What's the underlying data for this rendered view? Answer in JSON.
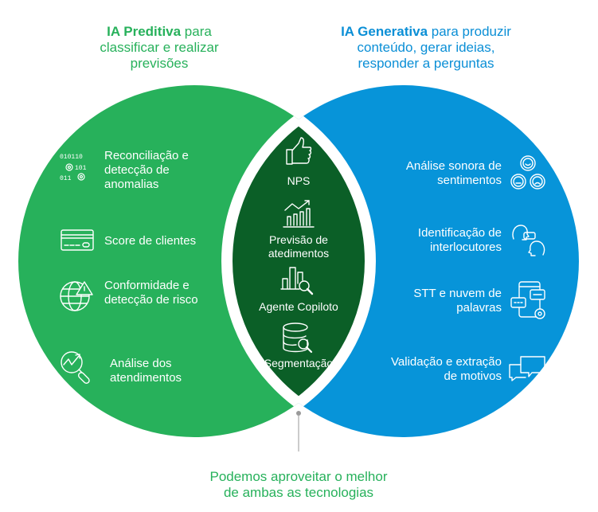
{
  "colors": {
    "predictive": "#27b15b",
    "generative": "#0794d9",
    "overlap": "#0b5f27",
    "line": "#9a9a9a"
  },
  "left_header": {
    "bold": "IA Preditiva",
    "rest_line1": " para",
    "line2": "classificar e realizar",
    "line3": "previsões"
  },
  "right_header": {
    "bold": "IA Generativa",
    "rest_line1": " para produzir",
    "line2": "conteúdo, gerar ideias,",
    "line3": "responder a perguntas"
  },
  "left_items": [
    {
      "icon": "binary-gears-icon",
      "line1": "Reconciliação e",
      "line2": "detecção de",
      "line3": "anomalias"
    },
    {
      "icon": "credit-card-icon",
      "line1": "Score de clientes"
    },
    {
      "icon": "globe-warning-icon",
      "line1": "Conformidade e",
      "line2": "detecção de risco"
    },
    {
      "icon": "chart-magnifier-icon",
      "line1": "Análise dos",
      "line2": "atendimentos"
    }
  ],
  "center_items": [
    {
      "icon": "thumbs-up-icon",
      "line1": "NPS"
    },
    {
      "icon": "bar-chart-trend-icon",
      "line1": "Previsão de",
      "line2": "atedimentos"
    },
    {
      "icon": "bar-chart-search-icon",
      "line1": "Agente Copiloto"
    },
    {
      "icon": "database-search-icon",
      "line1": "Segmentação"
    }
  ],
  "right_items": [
    {
      "icon": "emotion-faces-icon",
      "line1": "Análise sonora de",
      "line2": "sentimentos"
    },
    {
      "icon": "speakers-chat-icon",
      "line1": "Identificação de",
      "line2": "interlocutores"
    },
    {
      "icon": "phone-chat-gear-icon",
      "line1": "STT e nuvem de",
      "line2": "palavras"
    },
    {
      "icon": "chat-bubbles-icon",
      "line1": "Validação e extração",
      "line2": "de motivos"
    }
  ],
  "footer": {
    "line1": "Podemos aproveitar o melhor",
    "line2": "de ambas as tecnologias"
  }
}
